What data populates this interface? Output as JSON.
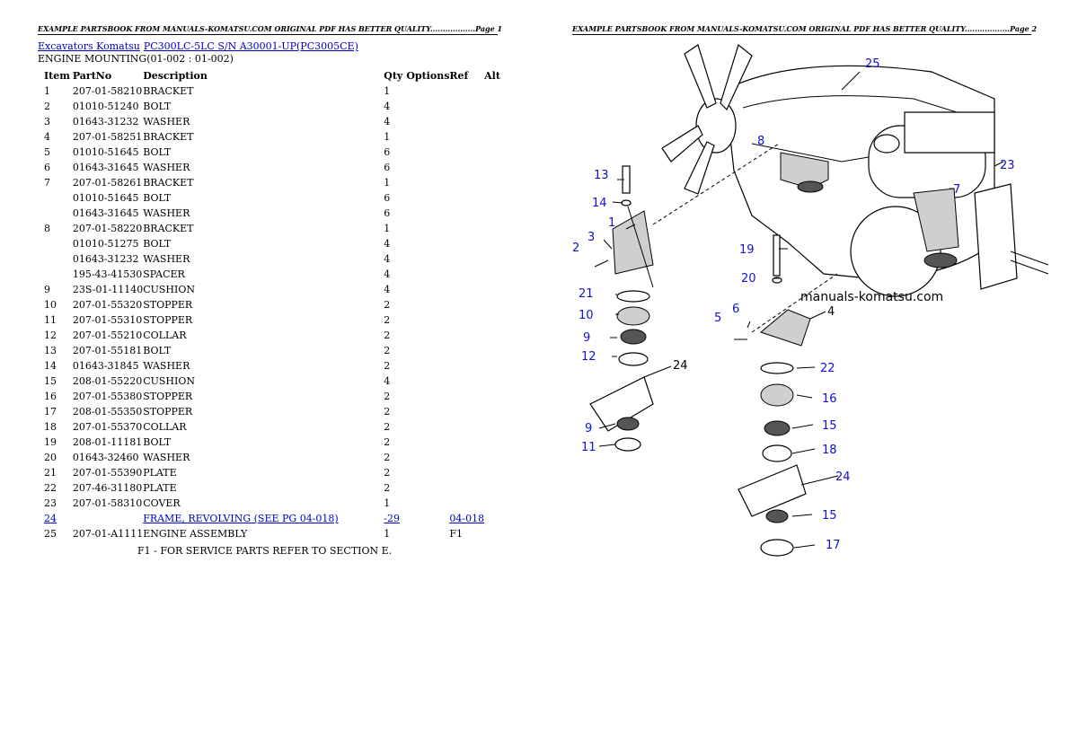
{
  "header": {
    "page1": "EXAMPLE PARTSBOOK FROM MANUALS-KOMATSU.COM ORIGINAL PDF HAS BETTER QUALITY..................Page 1",
    "page2": "EXAMPLE PARTSBOOK FROM MANUALS-KOMATSU.COM ORIGINAL PDF HAS BETTER QUALITY..................Page 2"
  },
  "breadcrumb": {
    "category": "Excavators Komatsu",
    "model": "PC300LC-5LC S/N A30001-UP(PC3005CE)"
  },
  "section_title": "ENGINE MOUNTING(01-002 : 01-002)",
  "columns": {
    "item": "Item",
    "partno": "PartNo",
    "description": "Description",
    "qty": "Qty",
    "options": "Options",
    "ref": "Ref",
    "alt": "Alt"
  },
  "rows": [
    {
      "item": "1",
      "partno": "207-01-58210",
      "desc": "BRACKET",
      "qty": "1",
      "ref": ""
    },
    {
      "item": "2",
      "partno": "01010-51240",
      "desc": "BOLT",
      "qty": "4",
      "ref": ""
    },
    {
      "item": "3",
      "partno": "01643-31232",
      "desc": "WASHER",
      "qty": "4",
      "ref": ""
    },
    {
      "item": "4",
      "partno": "207-01-58251",
      "desc": "BRACKET",
      "qty": "1",
      "ref": ""
    },
    {
      "item": "5",
      "partno": "01010-51645",
      "desc": "BOLT",
      "qty": "6",
      "ref": ""
    },
    {
      "item": "6",
      "partno": "01643-31645",
      "desc": "WASHER",
      "qty": "6",
      "ref": ""
    },
    {
      "item": "7",
      "partno": "207-01-58261",
      "desc": "BRACKET",
      "qty": "1",
      "ref": ""
    },
    {
      "item": "",
      "partno": "01010-51645",
      "desc": "BOLT",
      "qty": "6",
      "ref": ""
    },
    {
      "item": "",
      "partno": "01643-31645",
      "desc": "WASHER",
      "qty": "6",
      "ref": ""
    },
    {
      "item": "8",
      "partno": "207-01-58220",
      "desc": "BRACKET",
      "qty": "1",
      "ref": ""
    },
    {
      "item": "",
      "partno": "01010-51275",
      "desc": "BOLT",
      "qty": "4",
      "ref": ""
    },
    {
      "item": "",
      "partno": "01643-31232",
      "desc": "WASHER",
      "qty": "4",
      "ref": ""
    },
    {
      "item": "",
      "partno": "195-43-41530",
      "desc": "SPACER",
      "qty": "4",
      "ref": ""
    },
    {
      "item": "9",
      "partno": "23S-01-11140",
      "desc": "CUSHION",
      "qty": "4",
      "ref": ""
    },
    {
      "item": "10",
      "partno": "207-01-55320",
      "desc": "STOPPER",
      "qty": "2",
      "ref": ""
    },
    {
      "item": "11",
      "partno": "207-01-55310",
      "desc": "STOPPER",
      "qty": "2",
      "ref": ""
    },
    {
      "item": "12",
      "partno": "207-01-55210",
      "desc": "COLLAR",
      "qty": "2",
      "ref": ""
    },
    {
      "item": "13",
      "partno": "207-01-55181",
      "desc": "BOLT",
      "qty": "2",
      "ref": ""
    },
    {
      "item": "14",
      "partno": "01643-31845",
      "desc": "WASHER",
      "qty": "2",
      "ref": ""
    },
    {
      "item": "15",
      "partno": "208-01-55220",
      "desc": "CUSHION",
      "qty": "4",
      "ref": ""
    },
    {
      "item": "16",
      "partno": "207-01-55380",
      "desc": "STOPPER",
      "qty": "2",
      "ref": ""
    },
    {
      "item": "17",
      "partno": "208-01-55350",
      "desc": "STOPPER",
      "qty": "2",
      "ref": ""
    },
    {
      "item": "18",
      "partno": "207-01-55370",
      "desc": "COLLAR",
      "qty": "2",
      "ref": ""
    },
    {
      "item": "19",
      "partno": "208-01-11181",
      "desc": "BOLT",
      "qty": "2",
      "ref": ""
    },
    {
      "item": "20",
      "partno": "01643-32460",
      "desc": "WASHER",
      "qty": "2",
      "ref": ""
    },
    {
      "item": "21",
      "partno": "207-01-55390",
      "desc": "PLATE",
      "qty": "2",
      "ref": ""
    },
    {
      "item": "22",
      "partno": "207-46-31180",
      "desc": "PLATE",
      "qty": "2",
      "ref": ""
    },
    {
      "item": "23",
      "partno": "207-01-58310",
      "desc": "COVER",
      "qty": "1",
      "ref": ""
    }
  ],
  "link_row": {
    "item": "24",
    "desc": "FRAME, REVOLVING (SEE PG 04-018)",
    "qty": "-29",
    "ref": "04-018"
  },
  "last_row": {
    "item": "25",
    "partno": "207-01-A1111",
    "desc": "ENGINE ASSEMBLY",
    "qty": "1",
    "ref": "F1"
  },
  "footnote": "F1 - FOR SERVICE PARTS REFER TO SECTION E.",
  "diagram": {
    "watermark": "manuals-komatsu.com",
    "callouts": [
      "25",
      "8",
      "13",
      "14",
      "1",
      "2",
      "3",
      "21",
      "10",
      "9",
      "12",
      "24",
      "9",
      "11",
      "19",
      "20",
      "5",
      "6",
      "4",
      "22",
      "16",
      "15",
      "18",
      "24",
      "15",
      "17",
      "7",
      "23"
    ]
  }
}
